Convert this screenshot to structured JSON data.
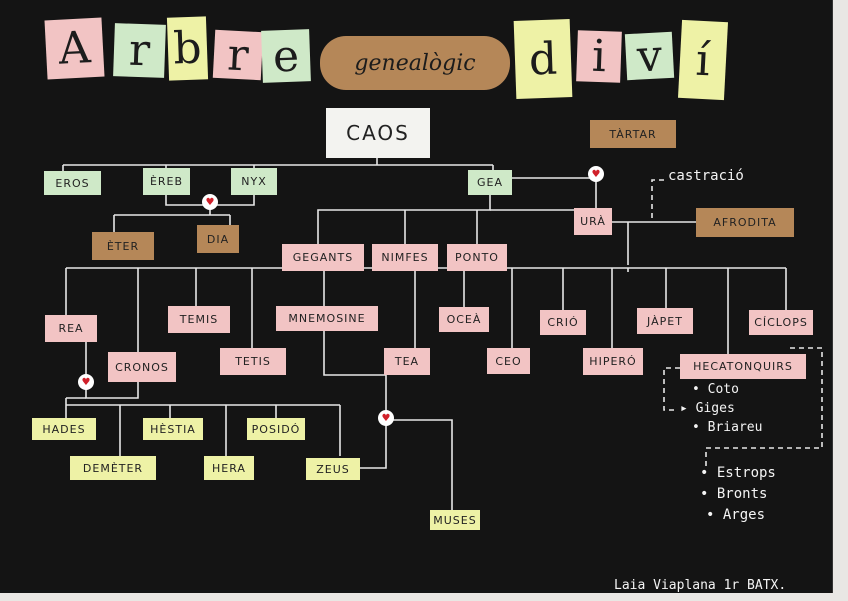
{
  "title": {
    "letters_left": [
      "A",
      "r",
      "b",
      "r",
      "e"
    ],
    "middle": "genealògic",
    "letters_right": [
      "d",
      "i",
      "v",
      "í"
    ]
  },
  "nodes": {
    "caos": "CAOS",
    "tartar": "TÀRTAR",
    "eros": "EROS",
    "ereb": "ÈREB",
    "nyx": "NYX",
    "gea": "GEA",
    "eter": "ÈTER",
    "dia": "DIA",
    "ura": "URÀ",
    "afrodita": "AFRODITA",
    "gegants": "GEGANTS",
    "nimfes": "NIMFES",
    "ponto": "PONTO",
    "rea": "REA",
    "temis": "TEMIS",
    "mnemosine": "MNEMOSINE",
    "ocea": "OCEÀ",
    "crio": "CRIÓ",
    "japet": "JÀPET",
    "ciclops": "CÍCLOPS",
    "cronos": "CRONOS",
    "tetis": "TETIS",
    "tea": "TEA",
    "ceo": "CEO",
    "hiperio": "HIPERÓ",
    "hecatonquirs": "HECATONQUIRS",
    "hades": "HADES",
    "hestia": "HÈSTIA",
    "posido": "POSIDÓ",
    "demeter": "DEMÈTER",
    "hera": "HERA",
    "zeus": "ZEUS",
    "muses": "MUSES"
  },
  "notes": {
    "castracio": "castració",
    "hecatonquirs_list": [
      "Coto",
      "Giges",
      "Briareu"
    ],
    "ciclops_list": [
      "Estrops",
      "Bronts",
      "Arges"
    ]
  },
  "author": "Laia Viaplana 1r BATX.",
  "colors": {
    "board": "#141414",
    "pink": "#f2c4c4",
    "green": "#cfe9c8",
    "yellow": "#eef2a6",
    "brown": "#b58758",
    "heart": "#d0202a"
  }
}
